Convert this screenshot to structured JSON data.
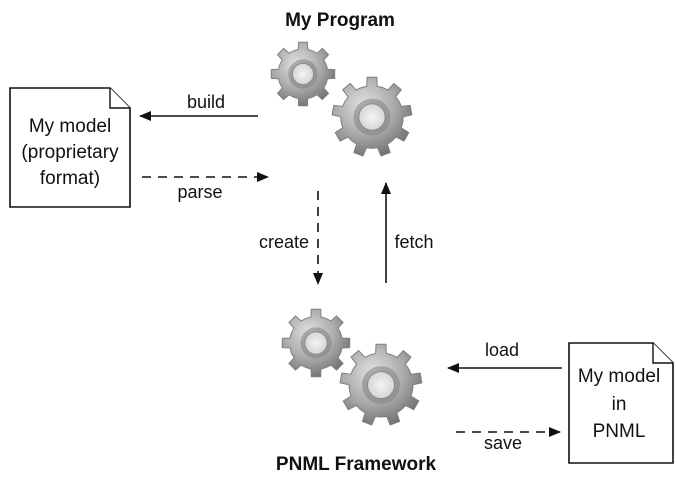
{
  "program": {
    "title": "My Program"
  },
  "framework": {
    "title": "PNML Framework"
  },
  "doc_left": {
    "lines": [
      "My model",
      "(proprietary",
      "format)"
    ]
  },
  "doc_right": {
    "lines": [
      "My model",
      "in",
      "PNML"
    ]
  },
  "arrows": {
    "build": "build",
    "parse": "parse",
    "create": "create",
    "fetch": "fetch",
    "load": "load",
    "save": "save"
  },
  "icons": {
    "gear": "gear-icon",
    "document": "document-icon"
  },
  "colors": {
    "gear_dark": "#7f7f7f",
    "gear_light": "#c8c8c8",
    "line": "#111111"
  }
}
